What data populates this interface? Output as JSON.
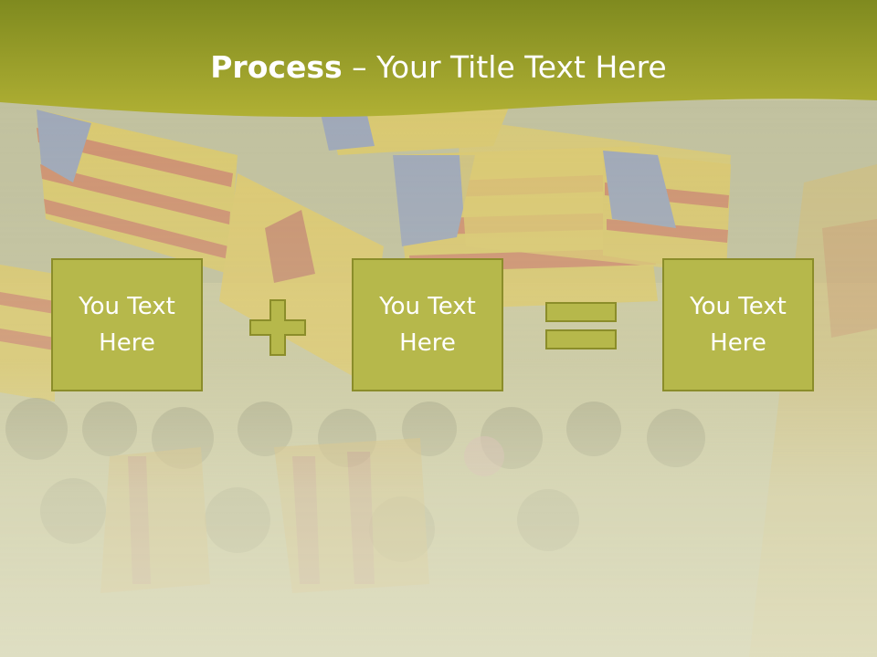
{
  "slide": {
    "title_bold": "Process",
    "title_rest": " – Your Title Text Here",
    "boxes": [
      {
        "text_line1": "You Text",
        "text_line2": "Here"
      },
      {
        "text_line1": "You Text",
        "text_line2": "Here"
      },
      {
        "text_line1": "You Text",
        "text_line2": "Here"
      }
    ],
    "operators": [
      "plus-icon",
      "equals-icon"
    ],
    "colors": {
      "header": "#a7a92c",
      "box_fill": "#b6b84b",
      "box_border": "#8b8d2a",
      "text": "#ffffff"
    }
  }
}
